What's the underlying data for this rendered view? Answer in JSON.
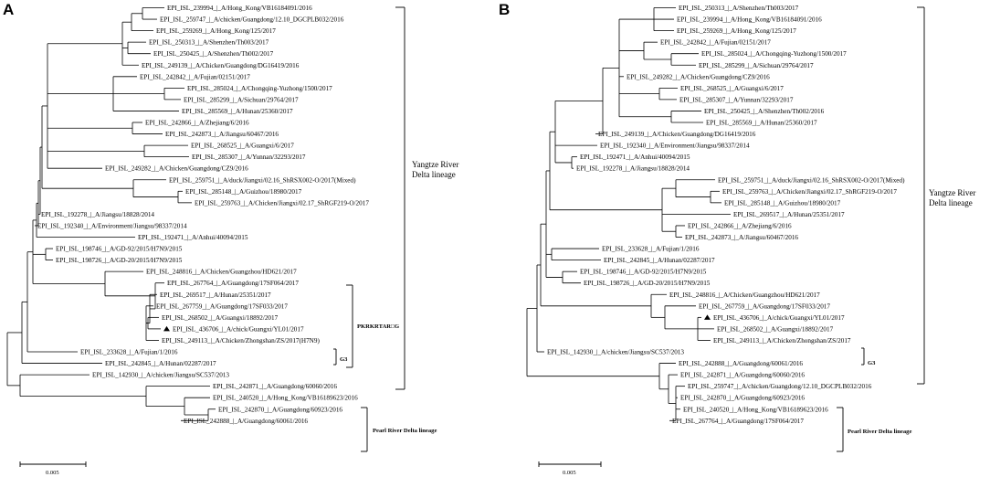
{
  "panels": [
    {
      "label": "A",
      "tips": [
        "EPI_ISL_239994_|_A/Hong_Kong/VB16184091/2016",
        "EPI_ISL_259747_|_A/chicken/Guangdong/12.10_DGCPLB032/2016",
        "EPI_ISL_259269_|_A/Hong_Kong/125/2017",
        "EPI_ISL_250313_|_A/Shenzhen/Th003/2017",
        "EPI_ISL_250425_|_A/Shenzhen/Th002/2017",
        "EPI_ISL_249139_|_A/Chicken/Guangdong/DG16419/2016",
        "EPI_ISL_242842_|_A/Fujian/02151/2017",
        "EPI_ISL_285024_|_A/Chongqing-Yuzhong/1500/2017",
        "EPI_ISL_285299_|_A/Sichuan/29764/2017",
        "EPI_ISL_285569_|_A/Hunan/25360/2017",
        "EPI_ISL_242866_|_A/Zhejiang/6/2016",
        "EPI_ISL_242873_|_A/Jiangsu/60467/2016",
        "EPI_ISL_268525_|_A/Guangxi/6/2017",
        "EPI_ISL_285307_|_A/Yunnan/32293/2017",
        "EPI_ISL_249282_|_A/Chicken/Guangdong/CZ9/2016",
        "EPI_ISL_259751_|_A/duck/Jiangxi/02.16_ShRSX002-O/2017(Mixed)",
        "EPI_ISL_285148_|_A/Guizhou/18980/2017",
        "EPI_ISL_259763_|_A/Chicken/Jiangxi/02.17_ShRGF219-O/2017",
        "EPI_ISL_192278_|_A/Jiangsu/18828/2014",
        "EPI_ISL_192340_|_A/Environment/Jiangsu/98337/2014",
        "EPI_ISL_192471_|_A/Anhui/40094/2015",
        "EPI_ISL_198746_|_A/GD-92/2015/H7N9/2015",
        "EPI_ISL_198726_|_A/GD-20/2015/H7N9/2015",
        "EPI_ISL_248816_|_A/Chicken/Guangzhou/HD621/2017",
        "EPI_ISL_267764_|_A/Guangdong/17SF064/2017",
        "EPI_ISL_269517_|_A/Hunan/25351/2017",
        "EPI_ISL_267759_|_A/Guangdong/17SF033/2017",
        "EPI_ISL_268502_|_A/Guangxi/18892/2017",
        "EPI_ISL_436706_|_A/chick/Guangxi/YL01/2017",
        "EPI_ISL_249113_|_A/Chicken/Zhongshan/ZS/2017(H7N9)",
        "EPI_ISL_233628_|_A/Fujian/1/2016",
        "EPI_ISL_242845_|_A/Hunan/02287/2017",
        "EPI_ISL_142930_|_A/chicken/Jiangsu/SC537/2013",
        "EPI_ISL_242871_|_A/Guangdong/60060/2016",
        "EPI_ISL_240520_|_A/Hong_Kong/VB16189623/2016",
        "EPI_ISL_242870_|_A/Guangdong/60923/2016",
        "EPI_ISL_242888_|_A/Guangdong/60061/2016"
      ],
      "clade_yangtze": "Yangtze River\nDelta lineage",
      "clade_pearl": "Pearl River Delta lineage",
      "clade_pkrkrtar": "PKRKRTAR□G",
      "clade_g3": "G3",
      "scale": "0.005"
    },
    {
      "label": "B",
      "tips": [
        "EPI_ISL_250313_|_A/Shenzhen/Th003/2017",
        "EPI_ISL_239994_|_A/Hong_Kong/VB16184091/2016",
        "EPI_ISL_259269_|_A/Hong_Kong/125/2017",
        "EPI_ISL_242842_|_A/Fujian/02151/2017",
        "EPI_ISL_285024_|_A/Chongqing-Yuzhong/1500/2017",
        "EPI_ISL_285299_|_A/Sichuan/29764/2017",
        "EPI_ISL_249282_|_A/Chicken/Guangdong/CZ9/2016",
        "EPI_ISL_268525_|_A/Guangxi/6/2017",
        "EPI_ISL_285307_|_A/Yunnan/32293/2017",
        "EPI_ISL_250425_|_A/Shenzhen/Th002/2016",
        "EPI_ISL_285569_|_A/Hunan/25360/2017",
        "EPI_ISL_249139_|_A/Chicken/Guangdong/DG16419/2016",
        "EPI_ISL_192340_|_A/Environment/Jiangsu/98337/2014",
        "EPI_ISL_192471_|_A/Anhui/40094/2015",
        "EPI_ISL_192278_|_A/Jiangsu/18828/2014",
        "EPI_ISL_259751_|_A/duck/Jiangxi/02.16_ShRSX002-O/2017(Mixed)",
        "EPI_ISL_259763_|_A/Chicken/Jiangxi/02.17_ShRGF219-O/2017",
        "EPI_ISL_285148_|_A/Guizhou/18980/2017",
        "EPI_ISL_269517_|_A/Hunan/25351/2017",
        "EPI_ISL_242866_|_A/Zhejiang/6/2016",
        "EPI_ISL_242873_|_A/Jiangsu/60467/2016",
        "EPI_ISL_233628_|_A/Fujian/1/2016",
        "EPI_ISL_242845_|_A/Hunan/02287/2017",
        "EPI_ISL_198746_|_A/GD-92/2015/H7N9/2015",
        "EPI_ISL_198726_|_A/GD-20/2015/H7N9/2015",
        "EPI_ISL_248816_|_A/Chicken/Guangzhou/HD621/2017",
        "EPI_ISL_267759_|_A/Guangdong/17SF033/2017",
        "EPI_ISL_436706_|_A/chick/Guangxi/YL01/2017",
        "EPI_ISL_268502_|_A/Guangxi/18892/2017",
        "EPI_ISL_249113_|_A/Chicken/Zhongshan/ZS/2017",
        "EPI_ISL_142930_|_A/chicken/Jiangsu/SC537/2013",
        "EPI_ISL_242888_|_A/Guangdong/60061/2016",
        "EPI_ISL_242871_|_A/Guangdong/60060/2016",
        "EPI_ISL_259747_|_A/chicken/Guangdong/12.10_DGCPLB032/2016",
        "EPI_ISL_242870_|_A/Guangdong/60923/2016",
        "EPI_ISL_240520_|_A/Hong_Kong/VB16189623/2016",
        "EPI_ISL_267764_|_A/Guangdong/17SF064/2017"
      ],
      "clade_yangtze": "Yangtze River\nDelta lineage",
      "clade_pearl": "Pearl River Delta lineage",
      "clade_g3": "G3",
      "scale": "0.005"
    }
  ]
}
